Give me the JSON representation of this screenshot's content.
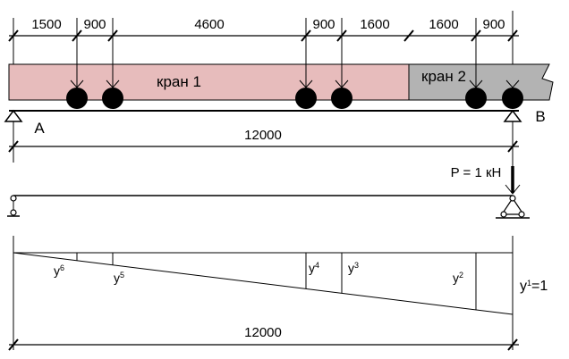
{
  "dimensions_top": [
    "1500",
    "900",
    "4600",
    "900",
    "1600",
    "1600",
    "900"
  ],
  "cranes": [
    {
      "label": "кран 1",
      "color": "#e7bcbc"
    },
    {
      "label": "кран 2",
      "color": "#b3b3b3"
    }
  ],
  "supports": {
    "left": "A",
    "right": "B"
  },
  "span_top": "12000",
  "load_label": "P = 1 кН",
  "ordinates": [
    {
      "letter": "y",
      "sub": "6"
    },
    {
      "letter": "y",
      "sub": "5"
    },
    {
      "letter": "y",
      "sub": "4"
    },
    {
      "letter": "y",
      "sub": "3"
    },
    {
      "letter": "y",
      "sub": "2"
    },
    {
      "letter": "y",
      "sub": "1",
      "value": "=1"
    }
  ],
  "span_bottom": "12000"
}
